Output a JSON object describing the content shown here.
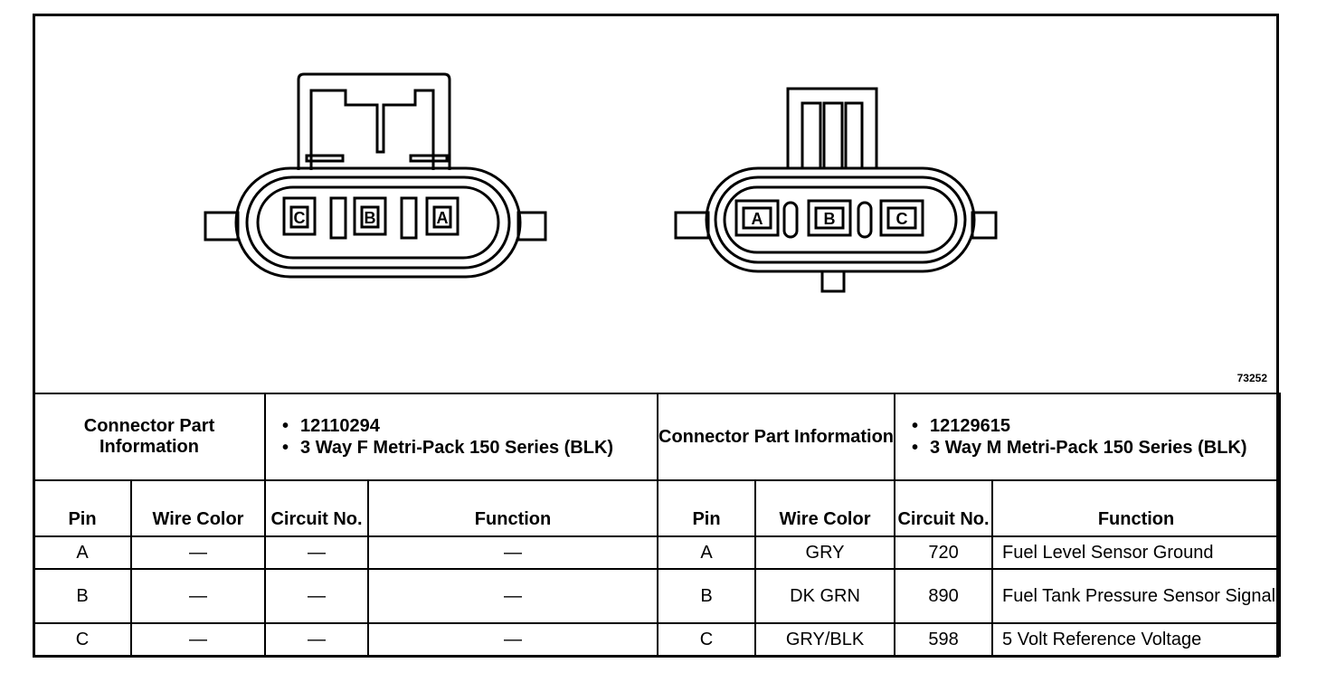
{
  "figure_id": "73252",
  "left_connector": {
    "pins_shown": [
      "C",
      "B",
      "A"
    ],
    "info_label": "Connector Part Information",
    "info_items": [
      "12110294",
      "3 Way F Metri-Pack 150 Series (BLK)"
    ],
    "rows": [
      {
        "pin": "A",
        "wire_color": "—",
        "circuit": "—",
        "function": "—"
      },
      {
        "pin": "B",
        "wire_color": "—",
        "circuit": "—",
        "function": "—"
      },
      {
        "pin": "C",
        "wire_color": "—",
        "circuit": "—",
        "function": "—"
      }
    ]
  },
  "right_connector": {
    "pins_shown": [
      "A",
      "B",
      "C"
    ],
    "info_label": "Connector Part Information",
    "info_items": [
      "12129615",
      "3 Way M Metri-Pack 150 Series (BLK)"
    ],
    "rows": [
      {
        "pin": "A",
        "wire_color": "GRY",
        "circuit": "720",
        "function": "Fuel Level Sensor Ground"
      },
      {
        "pin": "B",
        "wire_color": "DK GRN",
        "circuit": "890",
        "function": "Fuel Tank Pressure Sensor Signal"
      },
      {
        "pin": "C",
        "wire_color": "GRY/BLK",
        "circuit": "598",
        "function": "5 Volt Reference Voltage"
      }
    ]
  },
  "headers": {
    "pin": "Pin",
    "wire_color": "Wire Color",
    "circuit": "Circuit No.",
    "function": "Function"
  }
}
